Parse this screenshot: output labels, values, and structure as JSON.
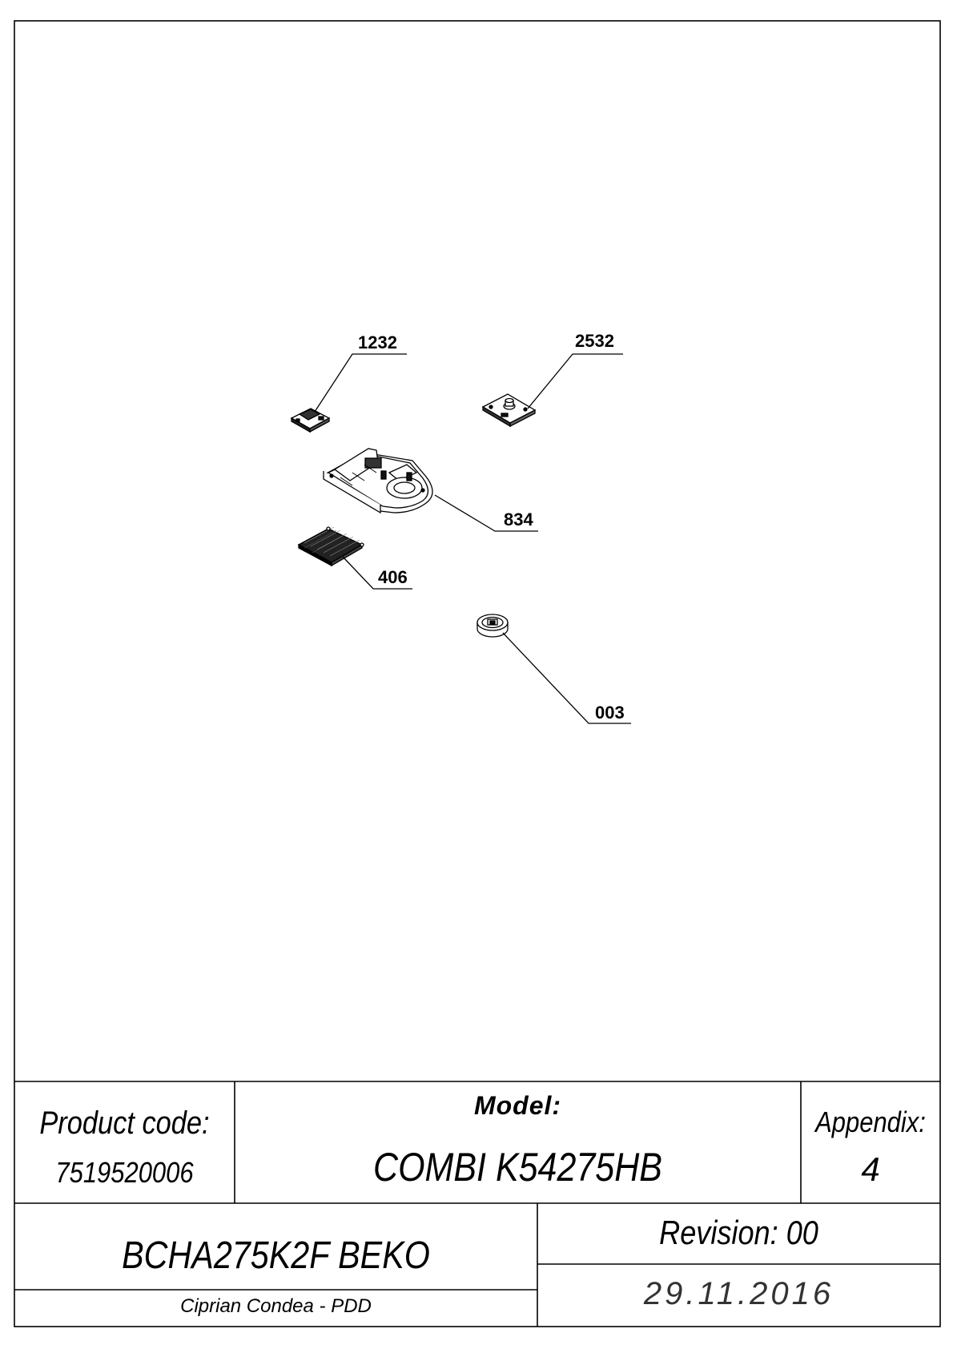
{
  "parts": [
    {
      "number": "1232",
      "icon": "circuit-board-icon"
    },
    {
      "number": "2532",
      "icon": "circuit-board-icon"
    },
    {
      "number": "834",
      "icon": "lamp-housing-icon"
    },
    {
      "number": "406",
      "icon": "filter-grille-icon"
    },
    {
      "number": "003",
      "icon": "cap-icon"
    }
  ],
  "title_block": {
    "product_code_label": "Product code:",
    "product_code": "7519520006",
    "model_label": "Model:",
    "model": "COMBI K54275HB",
    "appendix_label": "Appendix:",
    "appendix": "4",
    "name": "BCHA275K2F BEKO",
    "author": "Ciprian Condea - PDD",
    "revision": "Revision: 00",
    "date": "29.11.2016"
  }
}
